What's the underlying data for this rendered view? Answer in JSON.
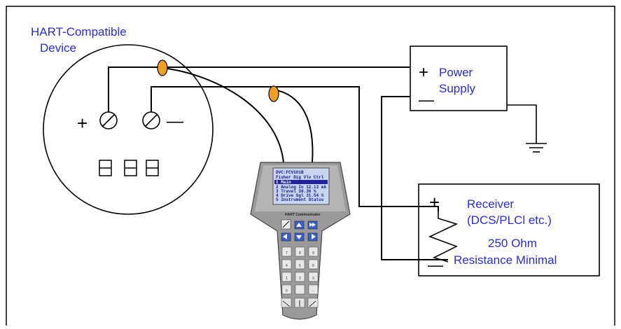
{
  "device": {
    "label_line1": "HART-Compatible",
    "label_line2": "Device",
    "terminal_plus": "+",
    "terminal_minus": "—"
  },
  "power_supply": {
    "plus": "+",
    "minus": "—",
    "label_line1": "Power",
    "label_line2": "Supply"
  },
  "receiver": {
    "plus": "+",
    "minus": "—",
    "label_line1": "Receiver",
    "label_line2": "(DCS/PLCl etc.)",
    "label_line3": "250 Ohm",
    "label_line4": "Resistance Minimal"
  },
  "communicator": {
    "title": "HART Communicator",
    "screen": {
      "line1": "DVC:FCV101B",
      "line2": "Fisher Dig Vlv Ctrl",
      "menu": [
        "1 Main",
        "2  Analog In    12.13 mA",
        "3  Travel       38.36 %",
        "4  Drive Sgl    31.54 %",
        "5  Instrument Status"
      ]
    },
    "keypad": [
      "7",
      "8",
      "9",
      "4",
      "5",
      "6",
      "1",
      "2",
      "3",
      "0",
      ".",
      "-"
    ]
  },
  "colors": {
    "label_blue": "#2a2ae0",
    "ferrite_orange": "#f0a020",
    "lcd_bg": "#c8d4f0",
    "lcd_highlight": "#2020a0"
  }
}
